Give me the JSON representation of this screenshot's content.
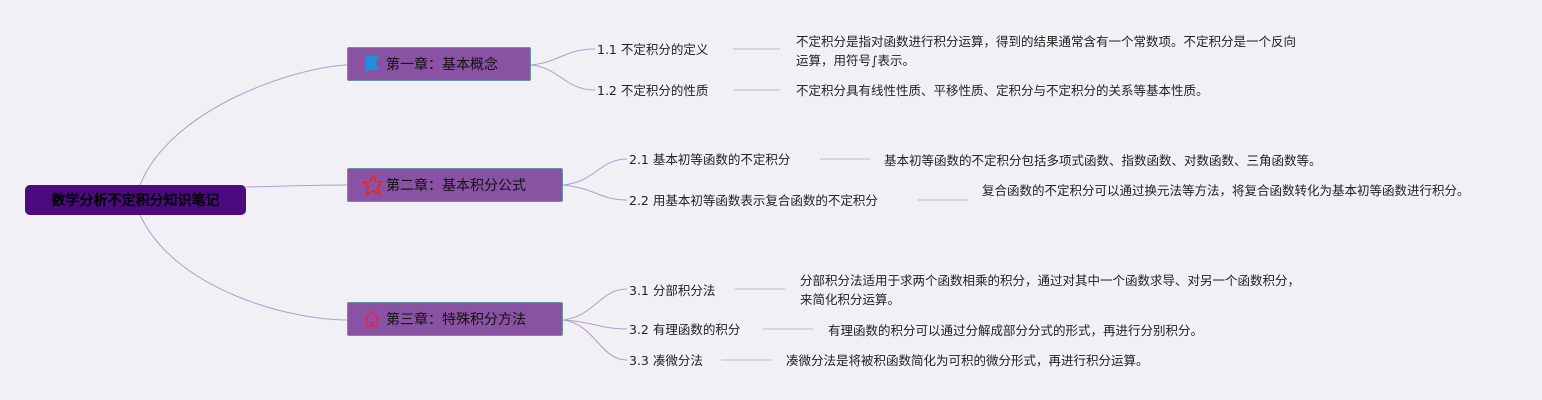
{
  "root": {
    "title": "数学分析不定积分知识笔记"
  },
  "chapters": [
    {
      "title": "第一章：基本概念",
      "icon": "flag-icon",
      "items": [
        {
          "label": "1.1 不定积分的定义",
          "desc": "不定积分是指对函数进行积分运算，得到的结果通常含有一个常数项。不定积分是一个反向运算，用符号∫表示。"
        },
        {
          "label": "1.2 不定积分的性质",
          "desc": "不定积分具有线性性质、平移性质、定积分与不定积分的关系等基本性质。"
        }
      ]
    },
    {
      "title": "第二章：基本积分公式",
      "icon": "star-icon",
      "items": [
        {
          "label": "2.1 基本初等函数的不定积分",
          "desc": "基本初等函数的不定积分包括多项式函数、指数函数、对数函数、三角函数等。"
        },
        {
          "label": "2.2 用基本初等函数表示复合函数的不定积分",
          "desc": "复合函数的不定积分可以通过换元法等方法，将复合函数转化为基本初等函数进行积分。"
        }
      ]
    },
    {
      "title": "第三章：特殊积分方法",
      "icon": "home-icon",
      "items": [
        {
          "label": "3.1 分部积分法",
          "desc": "分部积分法适用于求两个函数相乘的积分，通过对其中一个函数求导、对另一个函数积分，来简化积分运算。"
        },
        {
          "label": "3.2 有理函数的积分",
          "desc": "有理函数的积分可以通过分解成部分分式的形式，再进行分别积分。"
        },
        {
          "label": "3.3 凑微分法",
          "desc": "凑微分法是将被积函数简化为可积的微分形式，再进行积分运算。"
        }
      ]
    }
  ],
  "colors": {
    "root": "#4b0a7d",
    "chapter": "#8a52a3",
    "line": "#a98cc4"
  }
}
